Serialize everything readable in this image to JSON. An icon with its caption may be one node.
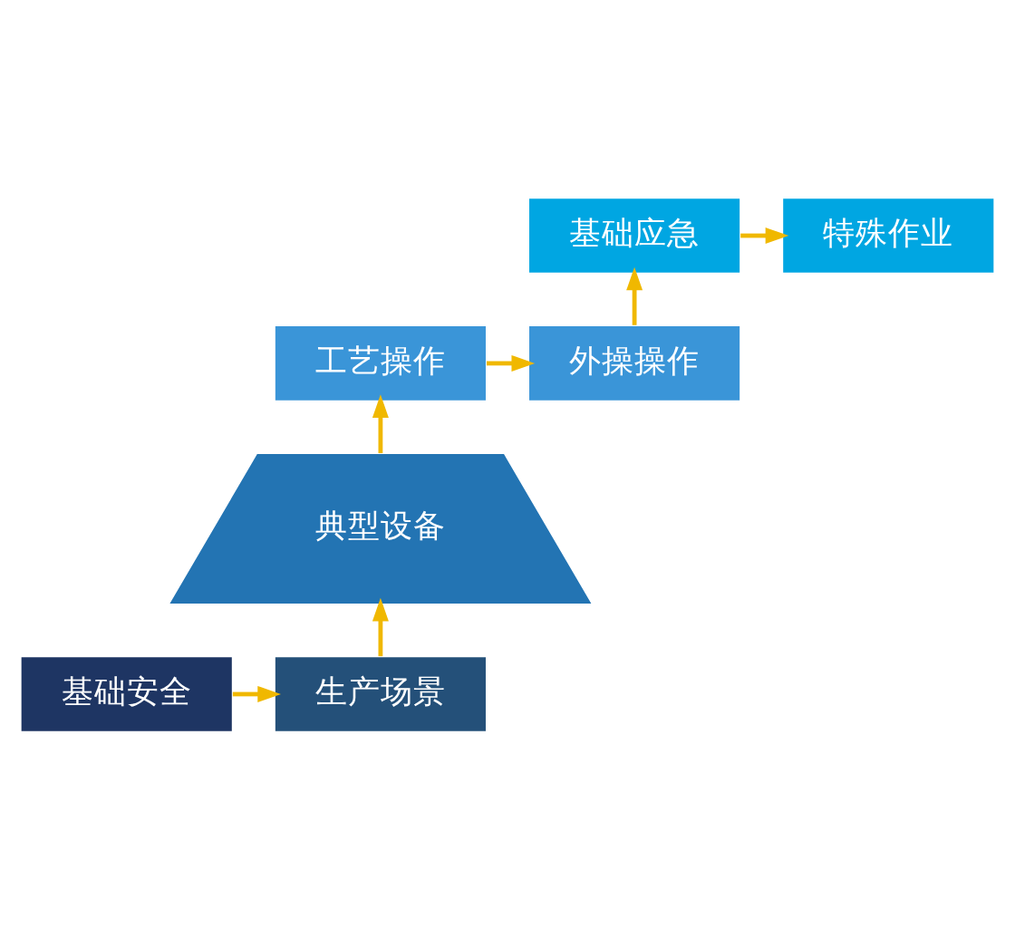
{
  "diagram": {
    "nodes": [
      {
        "text": [
          "基础应急"
        ]
      },
      {
        "text": [
          "特殊作业"
        ]
      },
      {
        "text": [
          "工艺操作"
        ]
      },
      {
        "text": [
          "外操操作"
        ]
      },
      {
        "text": [
          "典型设备"
        ]
      },
      {
        "text": [
          "基础安全"
        ]
      },
      {
        "text": [
          "生产场景"
        ]
      }
    ],
    "edges": [
      {
        "from": 5,
        "to": 6,
        "arrow": "to"
      },
      {
        "from": 6,
        "to": 4,
        "arrow": "to"
      },
      {
        "from": 4,
        "to": 2,
        "arrow": "to"
      },
      {
        "from": 2,
        "to": 3,
        "arrow": "to"
      },
      {
        "from": 3,
        "to": 0,
        "arrow": "to"
      },
      {
        "from": 0,
        "to": 1,
        "arrow": "to"
      }
    ]
  }
}
